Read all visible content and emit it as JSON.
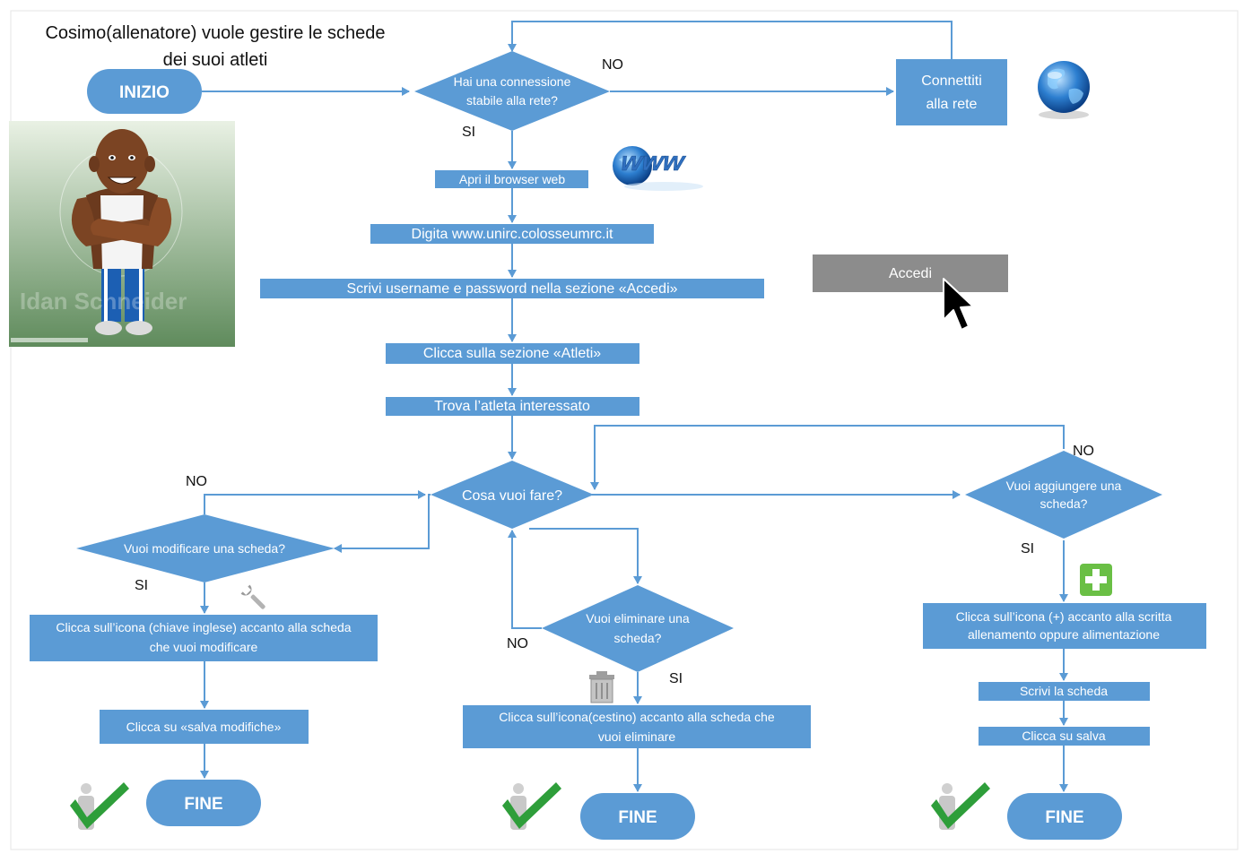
{
  "title": [
    "Cosimo(allenatore) vuole gestire le schede",
    "dei suoi atleti"
  ],
  "colors": {
    "node": "#5b9bd5",
    "edge": "#5b9bd5",
    "accedi": "#8c8c8c",
    "check": "#2e9e3a",
    "plus": "#6abf45"
  },
  "nodes": {
    "start": "INIZIO",
    "q_connection": [
      "Hai una connessione",
      "stabile alla rete?"
    ],
    "connect": [
      "Connettiti",
      "alla rete"
    ],
    "open_browser": "Apri il browser web",
    "type_url": "Digita www.unirc.colosseumrc.it",
    "login": "Scrivi username e password nella sezione «Accedi»",
    "athletes": "Clicca sulla sezione «Atleti»",
    "find_athlete": "Trova l’atleta interessato",
    "q_what": "Cosa vuoi fare?",
    "q_modify": "Vuoi modificare una scheda?",
    "click_wrench": [
      "Clicca sull’icona (chiave inglese) accanto alla scheda",
      "che vuoi modificare"
    ],
    "click_save_changes": "Clicca su «salva modifiche»",
    "q_delete": [
      "Vuoi eliminare una",
      "scheda?"
    ],
    "click_trash": [
      "Clicca sull’icona(cestino) accanto alla scheda che",
      "vuoi eliminare"
    ],
    "q_add": [
      "Vuoi aggiungere una",
      "scheda?"
    ],
    "click_plus": [
      "Clicca sull’icona (+) accanto alla scritta",
      "allenamento oppure alimentazione"
    ],
    "write_card": "Scrivi la scheda",
    "click_save": "Clicca su salva",
    "end": "FINE"
  },
  "edge_labels": {
    "no": "NO",
    "yes": "SI"
  },
  "accedi_button": "Accedi",
  "illustration_watermark": "Idan Schneider",
  "icons": [
    "character-illustration",
    "globe-icon",
    "www-logo-icon",
    "cursor-arrow-icon",
    "wrench-icon",
    "trash-icon",
    "plus-icon",
    "checkmark-figure-icon"
  ]
}
